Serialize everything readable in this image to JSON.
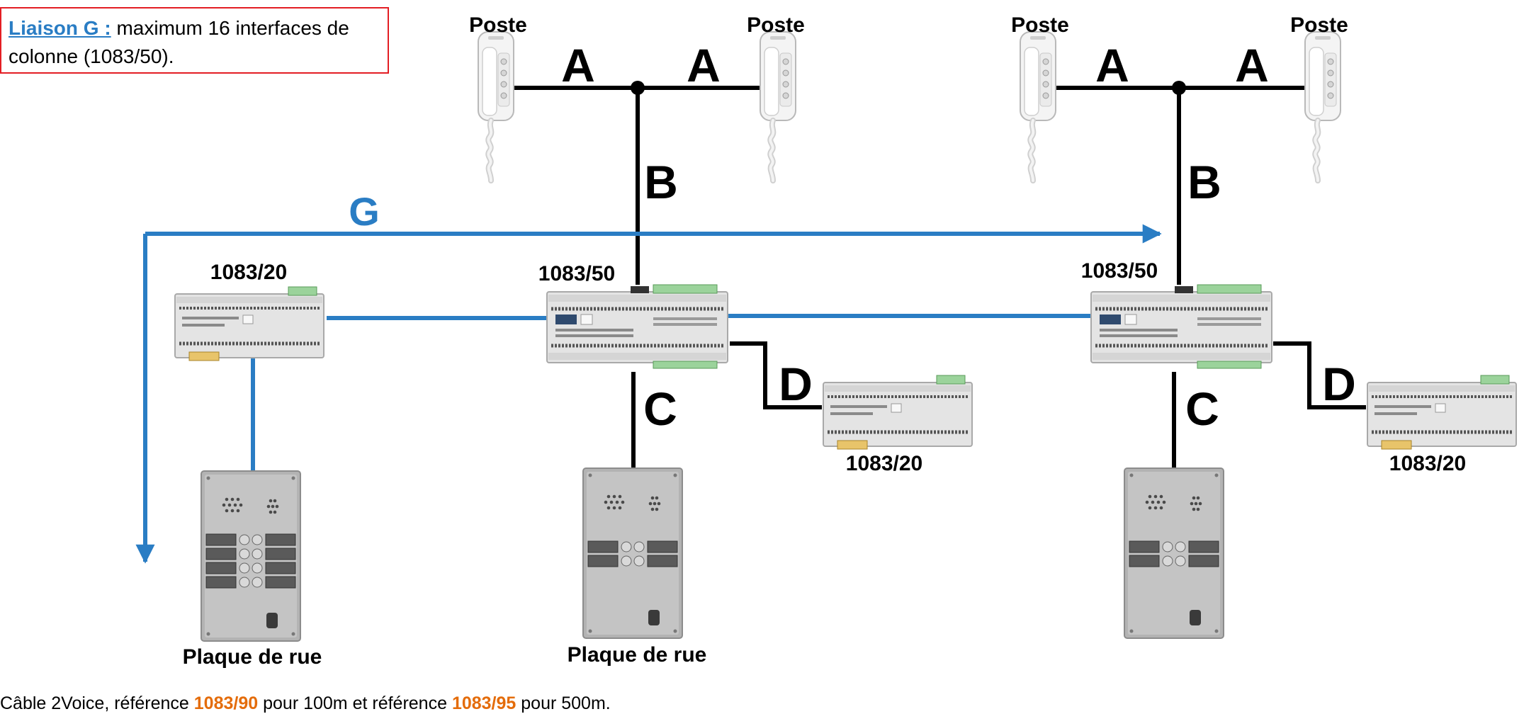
{
  "note": {
    "title": "Liaison G :",
    "text": "maximum 16 interfaces de colonne (1083/50)."
  },
  "labels": {
    "poste": "Poste",
    "link_a": "A",
    "link_b": "B",
    "link_c": "C",
    "link_d": "D",
    "link_g": "G",
    "ref_adapter": "1083/20",
    "ref_column_interface": "1083/50",
    "street_plate": "Plaque de rue"
  },
  "footer": {
    "prefix": "Câble 2Voice, référence ",
    "ref1": "1083/90",
    "middle": " pour 100m et référence ",
    "ref2": "1083/95",
    "suffix": " pour 500m."
  },
  "colors": {
    "bus_blue": "#2a7dc4",
    "wire_black": "#000000",
    "note_border": "#e31e24",
    "reference_orange": "#e46c0a"
  }
}
